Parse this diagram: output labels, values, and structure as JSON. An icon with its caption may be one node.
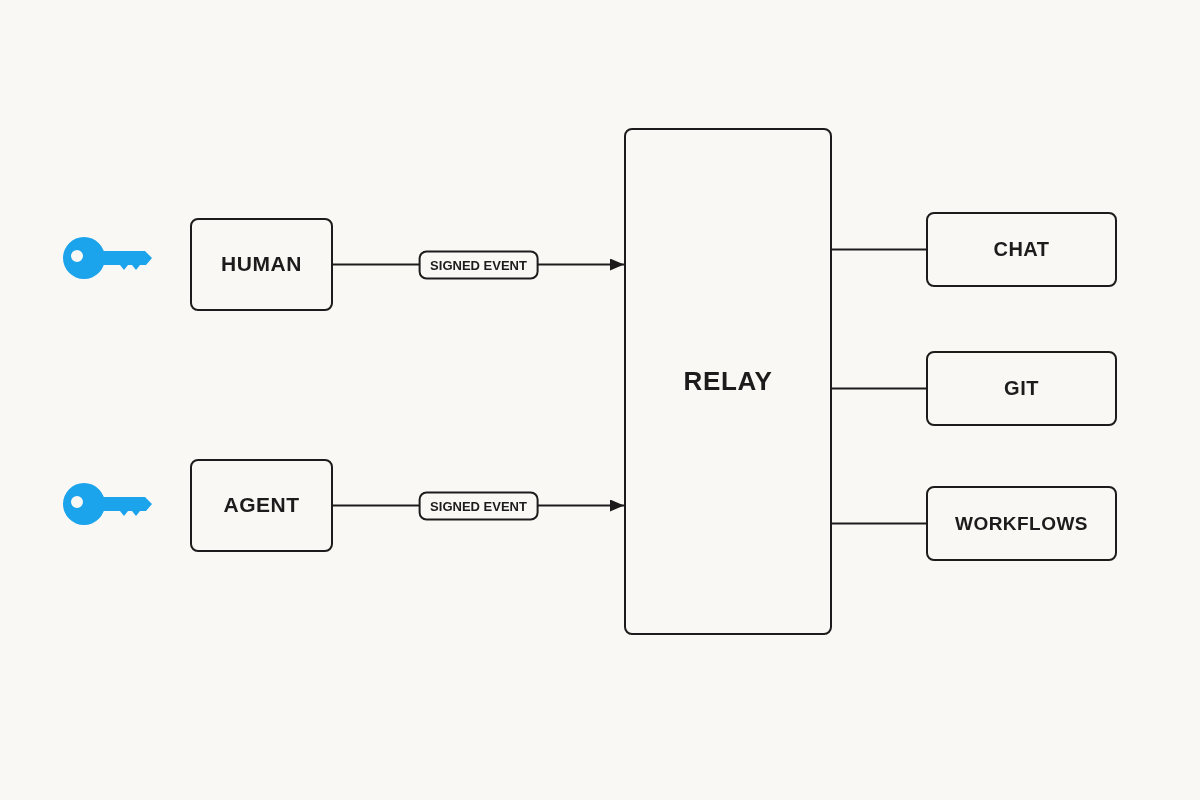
{
  "diagram": {
    "nodes": [
      {
        "text": [
          "HUMAN"
        ]
      },
      {
        "text": [
          "AGENT"
        ]
      },
      {
        "text": [
          "RELAY"
        ]
      },
      {
        "text": [
          "CHAT"
        ]
      },
      {
        "text": [
          "GIT"
        ]
      },
      {
        "text": [
          "WORKFLOWS"
        ]
      }
    ],
    "edges": [
      {
        "from": 0,
        "to": 2,
        "arrow": "to",
        "label": "SIGNED EVENT"
      },
      {
        "from": 1,
        "to": 2,
        "arrow": "to",
        "label": "SIGNED EVENT"
      },
      {
        "from": 2,
        "to": 3,
        "arrow": "none"
      },
      {
        "from": 2,
        "to": 4,
        "arrow": "none"
      },
      {
        "from": 2,
        "to": 5,
        "arrow": "none"
      }
    ]
  }
}
